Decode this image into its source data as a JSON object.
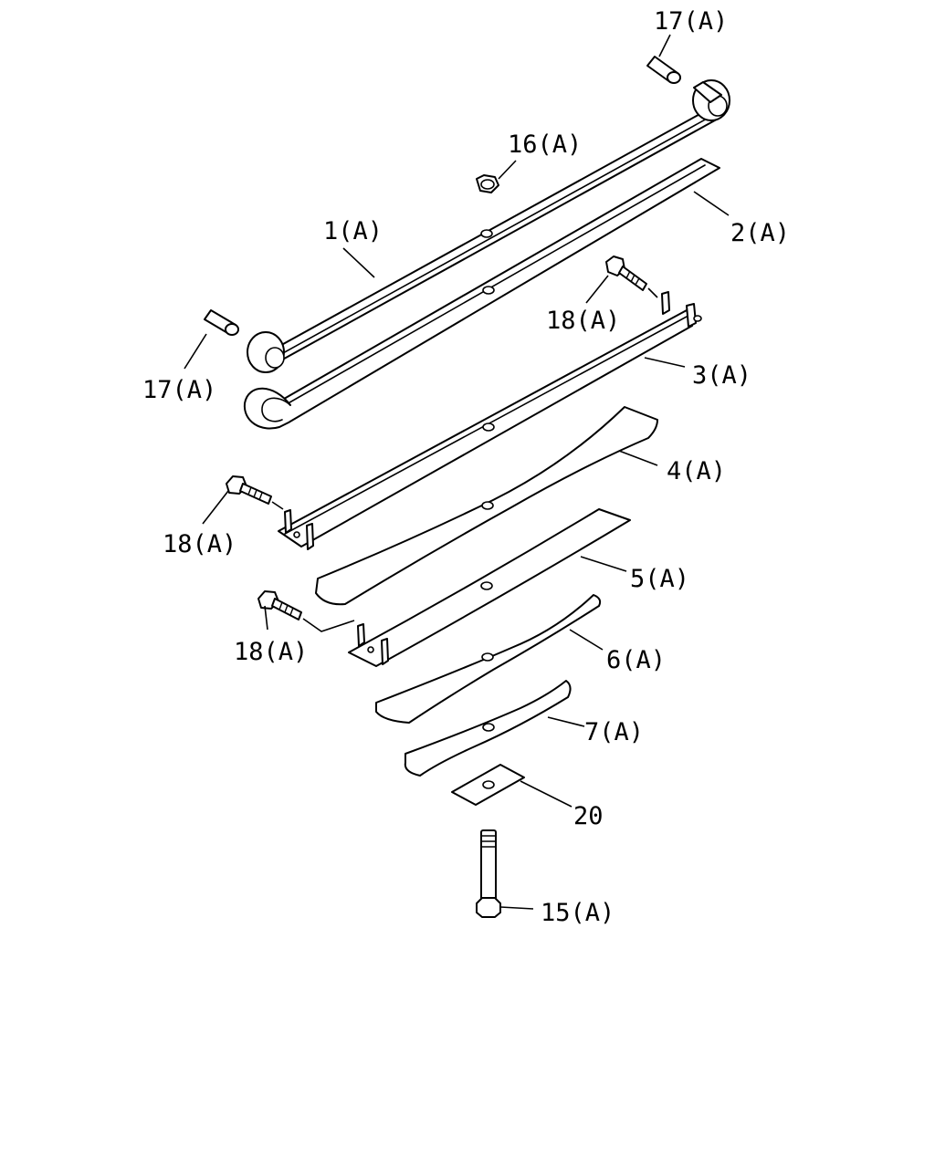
{
  "callouts": {
    "c17a_top": "17(A)",
    "c16a": "16(A)",
    "c1a": "1(A)",
    "c2a": "2(A)",
    "c18a_top": "18(A)",
    "c17a_left": "17(A)",
    "c3a": "3(A)",
    "c4a": "4(A)",
    "c18a_mid": "18(A)",
    "c5a": "5(A)",
    "c18a_low": "18(A)",
    "c6a": "6(A)",
    "c7a": "7(A)",
    "c20": "20",
    "c15a": "15(A)"
  }
}
